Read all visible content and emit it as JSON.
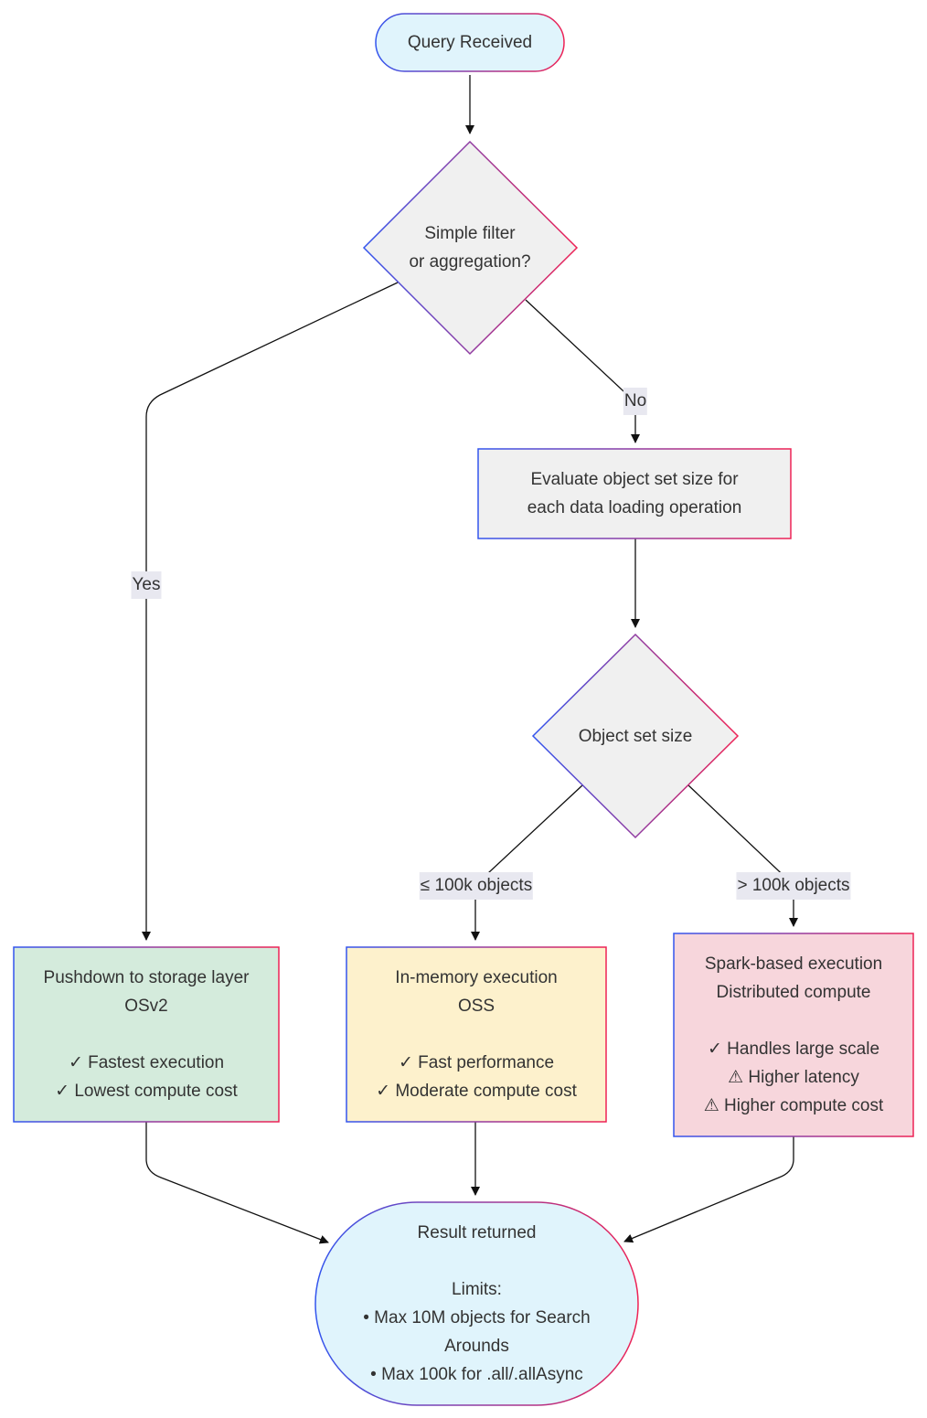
{
  "diagram": {
    "nodes": {
      "query_received": {
        "lines": [
          "Query Received"
        ]
      },
      "simple_filter": {
        "lines": [
          "Simple filter",
          "or aggregation?"
        ]
      },
      "evaluate_size": {
        "lines": [
          "Evaluate object set size for",
          "each data loading operation"
        ]
      },
      "object_set_size": {
        "lines": [
          "Object set size"
        ]
      },
      "pushdown": {
        "lines": [
          "Pushdown to storage layer",
          "OSv2",
          "",
          "✓ Fastest execution",
          "✓ Lowest compute cost"
        ]
      },
      "in_memory": {
        "lines": [
          "In-memory execution",
          "OSS",
          "",
          "✓ Fast performance",
          "✓ Moderate compute cost"
        ]
      },
      "spark": {
        "lines": [
          "Spark-based execution",
          "Distributed compute",
          "",
          "✓ Handles large scale",
          "⚠ Higher latency",
          "⚠ Higher compute cost"
        ]
      },
      "result": {
        "lines": [
          "Result returned",
          "",
          "Limits:",
          "• Max 10M objects for Search",
          "Arounds",
          "• Max 100k for .all/.allAsync"
        ]
      }
    },
    "edge_labels": {
      "yes": "Yes",
      "no": "No",
      "le_100k": "≤ 100k objects",
      "gt_100k": "> 100k objects"
    },
    "colors": {
      "terminal_fill": "#e0f4fc",
      "decision_fill": "#f0f0f0",
      "process_fill": "#f0f0f0",
      "pushdown_fill": "#d4ebdc",
      "in_memory_fill": "#fdf1cc",
      "spark_fill": "#f7d6dc",
      "border_start": "#3355ee",
      "border_end": "#ee2255",
      "edge": "#111111",
      "edge_label_bg": "#e8e8f0"
    }
  }
}
